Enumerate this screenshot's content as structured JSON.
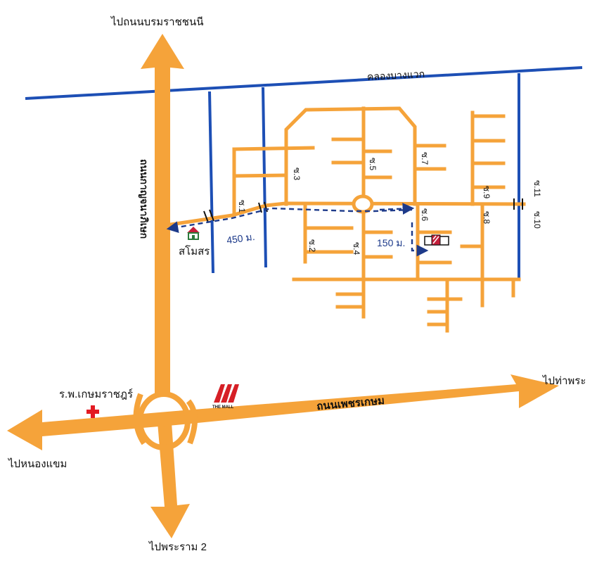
{
  "map": {
    "labels": {
      "north_destination": "ไปถนนบรมราชชนนี",
      "south_destination": "ไปพระราม 2",
      "east_destination": "ไปท่าพระ",
      "west_destination": "ไปหนองแขม",
      "canal_name": "คลองบางแวก",
      "main_road": "ถนนเพชรเกษม",
      "vertical_road": "ถนนกาญจนาภิเษก",
      "hospital_name": "ร.พ.เกษมราชฎร์",
      "mall_logo_text": "THE MALL",
      "club_name": "สโมสร",
      "route_distance_1": "450 ม.",
      "route_distance_2": "150 ม."
    },
    "sois": {
      "soi1": "ซ.1",
      "soi2": "ซ.2",
      "soi3": "ซ.3",
      "soi4": "ซ.4",
      "soi5": "ซ.5",
      "soi6": "ซ.6",
      "soi7": "ซ.7",
      "soi8": "ซ.8",
      "soi9": "ซ.9",
      "soi10": "ซ.10",
      "soi11": "ซ.11"
    },
    "colors": {
      "road": "#f5a33a",
      "canal": "#1d4fb5",
      "route": "#1d3a8a",
      "hospital_cross": "#e31b23",
      "mall_logo": "#d61f26",
      "target_building": "#c41e3a"
    },
    "icons": {
      "hospital": "red-cross-icon",
      "mall": "the-mall-logo",
      "club": "house-icon",
      "destination": "target-building-icon"
    }
  }
}
